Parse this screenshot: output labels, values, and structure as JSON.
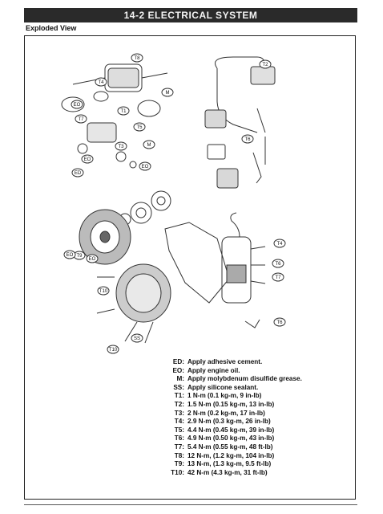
{
  "header": {
    "title": "14-2 ELECTRICAL SYSTEM"
  },
  "section": {
    "label": "Exploded View"
  },
  "diagram": {
    "callouts": [
      "T8",
      "T4",
      "T1",
      "T5",
      "T7",
      "T3",
      "T2",
      "T6",
      "T9",
      "T10",
      "T10",
      "EO",
      "EO",
      "EO",
      "EO",
      "EO",
      "M",
      "M",
      "ED",
      "SS",
      "T4",
      "T6",
      "T7",
      "T6"
    ]
  },
  "legend": [
    {
      "code": "ED:",
      "desc": "Apply adhesive cement."
    },
    {
      "code": "EO:",
      "desc": "Apply engine oil."
    },
    {
      "code": "M:",
      "desc": "Apply molybdenum disulfide grease."
    },
    {
      "code": "SS:",
      "desc": "Apply silicone sealant."
    },
    {
      "code": "T1:",
      "desc": "1 N-m (0.1 kg-m, 9 in-lb)"
    },
    {
      "code": "T2:",
      "desc": "1.5 N-m (0.15 kg-m, 13 in-lb)"
    },
    {
      "code": "T3:",
      "desc": "2 N-m (0.2 kg-m, 17 in-lb)"
    },
    {
      "code": "T4:",
      "desc": "2.9 N-m (0.3 kg-m, 26 in-lb)"
    },
    {
      "code": "T5:",
      "desc": "4.4 N-m (0.45 kg-m, 39 in-lb)"
    },
    {
      "code": "T6:",
      "desc": "4.9 N-m (0.50 kg-m, 43 in-lb)"
    },
    {
      "code": "T7:",
      "desc": "5.4 N-m (0.55 kg-m, 48 ft-lb)"
    },
    {
      "code": "T8:",
      "desc": "12 N-m, (1.2 kg-m, 104 in-lb)"
    },
    {
      "code": "T9:",
      "desc": "13 N-m, (1.3 kg-m, 9.5 ft-lb)"
    },
    {
      "code": "T10:",
      "desc": "42 N-m (4.3 kg-m, 31 ft-lb)"
    }
  ]
}
